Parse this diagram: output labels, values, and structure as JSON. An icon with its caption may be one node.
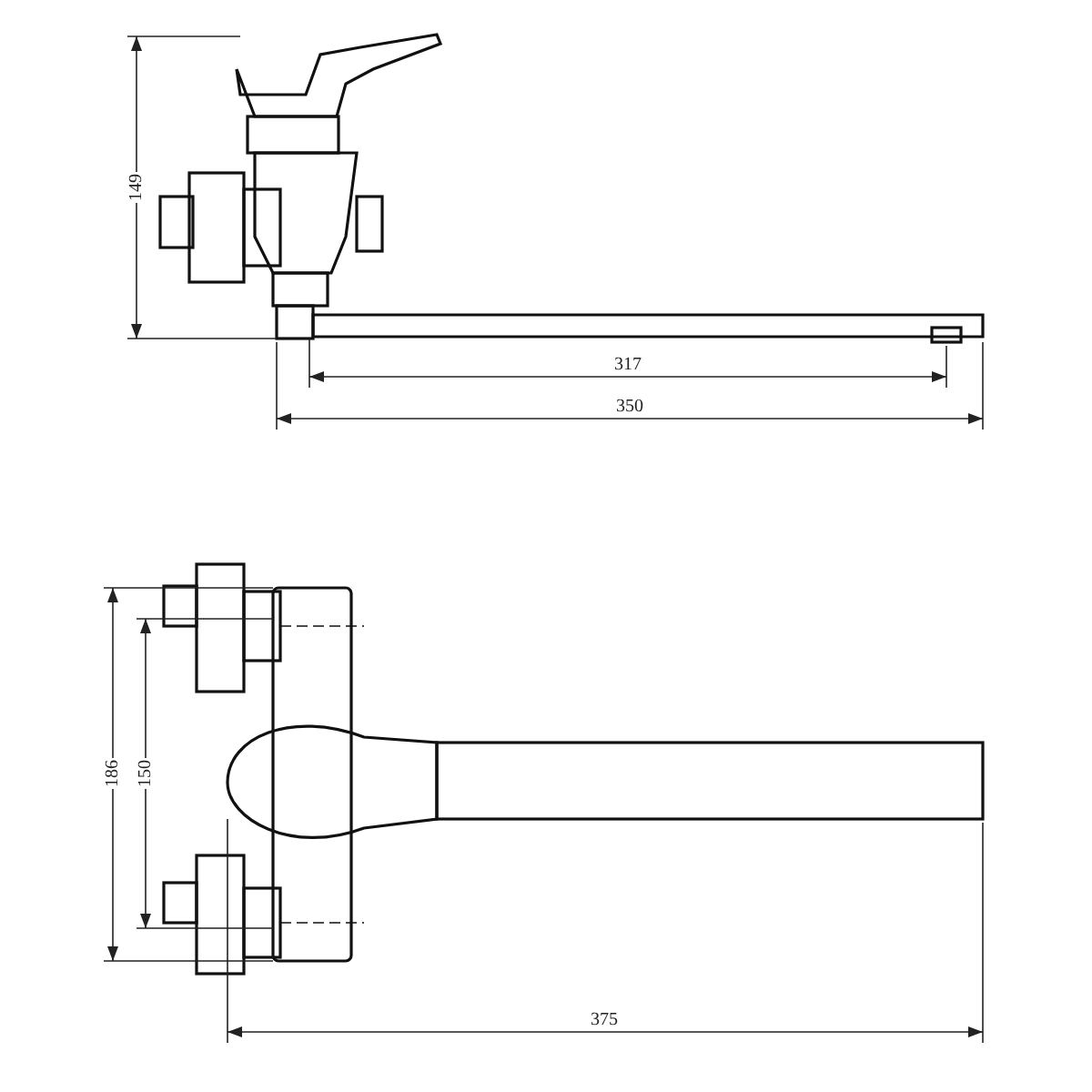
{
  "diagram": {
    "labels": [
      "149",
      "317",
      "350",
      "186",
      "150",
      "375"
    ]
  }
}
